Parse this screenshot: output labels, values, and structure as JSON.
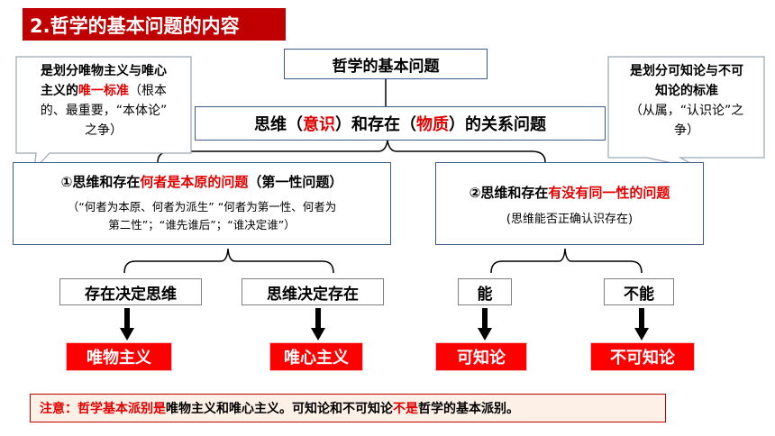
{
  "title": "2.哲学的基本问题的内容",
  "top_box": "哲学的基本问题",
  "relation": {
    "p1": "思维（",
    "w1": "意识",
    "p2": "）和存在（",
    "w2": "物质",
    "p3": "）的关系问题"
  },
  "left_callout": {
    "b1": "是划分唯物主义与唯心",
    "b2": "主义的",
    "r": "唯一标准",
    "n1": "（根本",
    "n2": "的、最重要，“本体论”",
    "n3": "之争）"
  },
  "right_callout": {
    "b1": "是划分可知论与不可",
    "b2": "知论的标准",
    "n1": "（从属，“认识论”之",
    "n2": "争）"
  },
  "q1": {
    "a": "①思维和存在",
    "r": "何者是本原的问题",
    "b": "（第一性问题）",
    "n1": "（“何者为本原、何者为派生” “何者为第一性、何者为",
    "n2": "第二性”；“谁先谁后”；“谁决定谁”）"
  },
  "q2": {
    "a": "②思维和存在",
    "r": "有没有同一性的问题",
    "n": "(思维能否正确认识存在)"
  },
  "answers": [
    "存在决定思维",
    "思维决定存在",
    "能",
    "不能"
  ],
  "results": [
    "唯物主义",
    "唯心主义",
    "可知论",
    "不可知论"
  ],
  "note": {
    "a": "注意：哲学基本派别是",
    "b": "唯物主义和唯心主义。",
    "c": "可知论和不可知论",
    "d": "不是",
    "e": "哲学的基本派别。"
  },
  "colors": {
    "accent": "#c00000",
    "red": "#ff0000",
    "border": "#3c5a8c"
  }
}
